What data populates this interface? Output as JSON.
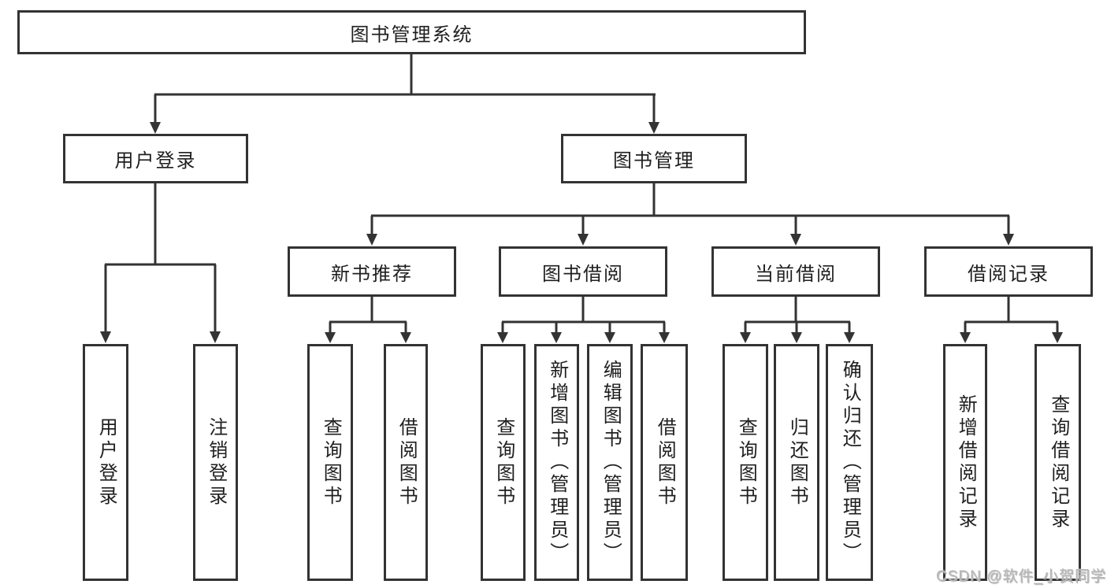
{
  "tree": {
    "label": "图书管理系统",
    "children": [
      {
        "label": "用户登录",
        "children": [
          {
            "label": "用户登录"
          },
          {
            "label": "注销登录"
          }
        ]
      },
      {
        "label": "图书管理",
        "children": [
          {
            "label": "新书推荐",
            "children": [
              {
                "label": "查询图书"
              },
              {
                "label": "借阅图书"
              }
            ]
          },
          {
            "label": "图书借阅",
            "children": [
              {
                "label": "查询图书"
              },
              {
                "label": "新增图书（管理员）"
              },
              {
                "label": "编辑图书（管理员）"
              },
              {
                "label": "借阅图书"
              }
            ]
          },
          {
            "label": "当前借阅",
            "children": [
              {
                "label": "查询图书"
              },
              {
                "label": "归还图书"
              },
              {
                "label": "确认归还（管理员）"
              }
            ]
          },
          {
            "label": "借阅记录",
            "children": [
              {
                "label": "新增借阅记录"
              },
              {
                "label": "查询借阅记录"
              }
            ]
          }
        ]
      }
    ]
  },
  "watermark": {
    "text": "CSDN @软件_小贺同学"
  },
  "colors": {
    "line": "#333333",
    "box_border": "#333333",
    "text": "#1f1f1f",
    "background": "#ffffff",
    "watermark": "#b5b5b5"
  }
}
